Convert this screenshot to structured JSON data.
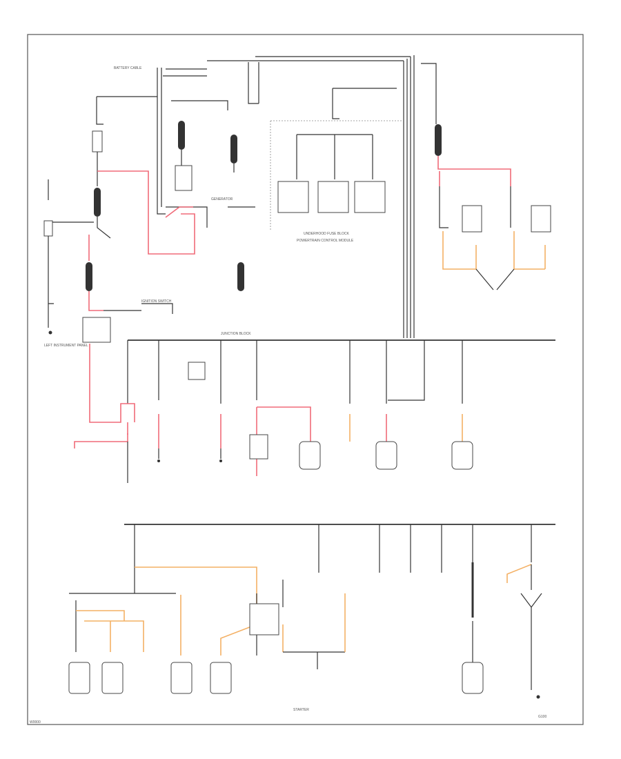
{
  "diagram_id": "W0000",
  "colors": {
    "wire": "#333333",
    "battery_feed": "#f06a78",
    "accessory_feed": "#f4b064",
    "frame": "#555555"
  },
  "labels": {
    "battery_cable": "BATTERY CABLE",
    "junction_block": "JUNCTION BLOCK",
    "underhood_fuse_block": "UNDERHOOD FUSE BLOCK",
    "ignition_switch": "IGNITION SWITCH",
    "powertrain_control": "POWERTRAIN CONTROL MODULE",
    "left_instrument_panel": "LEFT INSTRUMENT PANEL",
    "generator": "GENERATOR",
    "starter": "STARTER",
    "ground": "G100"
  }
}
